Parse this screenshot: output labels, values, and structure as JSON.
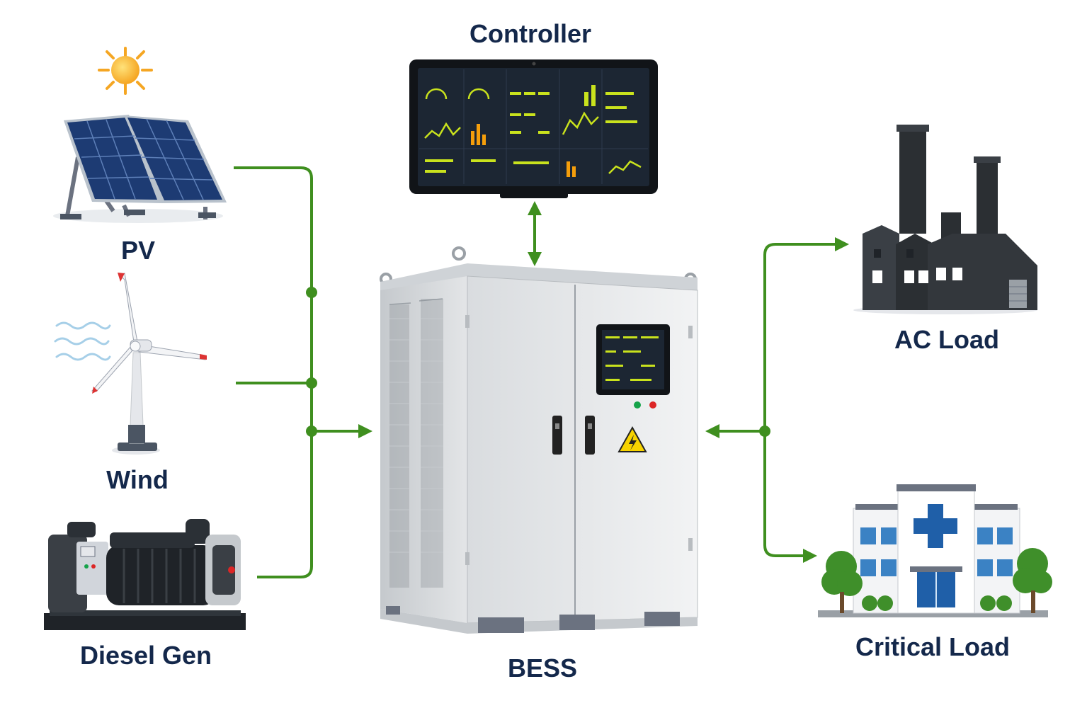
{
  "labels": {
    "controller": "Controller",
    "pv": "PV",
    "wind": "Wind",
    "diesel": "Diesel Gen",
    "bess": "BESS",
    "ac_load": "AC Load",
    "critical_load": "Critical Load"
  },
  "colors": {
    "line": "#3f8f1f",
    "label": "#14284b",
    "panel_screen": "#1c2633",
    "accent": "#c9e21d"
  },
  "icons": {
    "sun": "sun-icon",
    "solar": "solar-panel-icon",
    "wind": "wind-turbine-icon",
    "diesel": "diesel-generator-icon",
    "controller": "controller-monitor-icon",
    "bess": "battery-cabinet-icon",
    "factory": "factory-icon",
    "hospital": "hospital-icon",
    "warning": "high-voltage-warning-icon"
  }
}
